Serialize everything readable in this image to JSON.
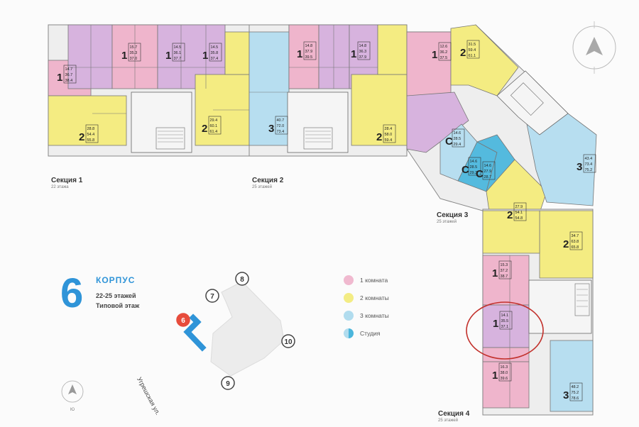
{
  "sections": [
    {
      "title": "Секция 1",
      "floors": "22 этажа"
    },
    {
      "title": "Секция 2",
      "floors": "25 этажей"
    },
    {
      "title": "Секция 3",
      "floors": "25 этажей"
    },
    {
      "title": "Секция 4",
      "floors": "25 этажей"
    }
  ],
  "building": {
    "number": "6",
    "label": "КОРПУС",
    "floors": "22-25 этажей",
    "floor_type": "Типовой этаж"
  },
  "legend": [
    {
      "label": "1 комната",
      "color": "#f0b9cf"
    },
    {
      "label": "2 комнаты",
      "color": "#f3ec84"
    },
    {
      "label": "3 комнаты",
      "color": "#b1dcee"
    },
    {
      "label": "Студия",
      "color": "#4bb6dc"
    }
  ],
  "site_map": {
    "markers": [
      "8",
      "7",
      "6",
      "10",
      "9"
    ],
    "street": "Угрешская ул.",
    "compass": "Ю"
  },
  "colors": {
    "one_room": "#efb5cc",
    "one_room_b": "#d7b3de",
    "two_rooms": "#f4ec82",
    "three_rooms": "#b7def0",
    "studio": "#54bade",
    "highlight": "#c2302b",
    "accent": "#2f94d8"
  },
  "apartments": [
    {
      "type": "1",
      "vals": [
        "14.7",
        "36.7",
        "38.4"
      ]
    },
    {
      "type": "1",
      "vals": [
        "15.7",
        "35.3",
        "37.0"
      ]
    },
    {
      "type": "1",
      "vals": [
        "14.5",
        "36.1",
        "37.7"
      ]
    },
    {
      "type": "1",
      "vals": [
        "14.5",
        "35.8",
        "37.4"
      ]
    },
    {
      "type": "2",
      "vals": [
        "28.8",
        "54.4",
        "55.8"
      ]
    },
    {
      "type": "2",
      "vals": [
        "29.4",
        "60.1",
        "61.4"
      ]
    },
    {
      "type": "3",
      "vals": [
        "40.7",
        "72.0",
        "73.4"
      ]
    },
    {
      "type": "1",
      "vals": [
        "14.8",
        "37.9",
        "39.5"
      ]
    },
    {
      "type": "1",
      "vals": [
        "14.8",
        "36.3",
        "37.9"
      ]
    },
    {
      "type": "2",
      "vals": [
        "28.4",
        "58.0",
        "59.4"
      ]
    },
    {
      "type": "1",
      "vals": [
        "12.6",
        "36.2",
        "37.5"
      ]
    },
    {
      "type": "2",
      "vals": [
        "31.5",
        "59.4",
        "61.1"
      ]
    },
    {
      "type": "C",
      "vals": [
        "14.6",
        "28.5",
        "29.4"
      ]
    },
    {
      "type": "C",
      "vals": [
        "14.6",
        "28.5",
        "29.3"
      ]
    },
    {
      "type": "C",
      "vals": [
        "14.6",
        "27.9",
        "28.7"
      ]
    },
    {
      "type": "2",
      "vals": [
        "27.9",
        "54.1",
        "54.8"
      ]
    },
    {
      "type": "3",
      "vals": [
        "43.4",
        "73.4",
        "75.2"
      ]
    },
    {
      "type": "2",
      "vals": [
        "34.7",
        "63.8",
        "65.8"
      ]
    },
    {
      "type": "1",
      "vals": [
        "15.3",
        "37.2",
        "38.7"
      ]
    },
    {
      "type": "1",
      "vals": [
        "14.1",
        "35.5",
        "37.1"
      ]
    },
    {
      "type": "1",
      "vals": [
        "16.3",
        "38.0",
        "39.6"
      ]
    },
    {
      "type": "3",
      "vals": [
        "48.2",
        "75.2",
        "78.6"
      ]
    }
  ]
}
